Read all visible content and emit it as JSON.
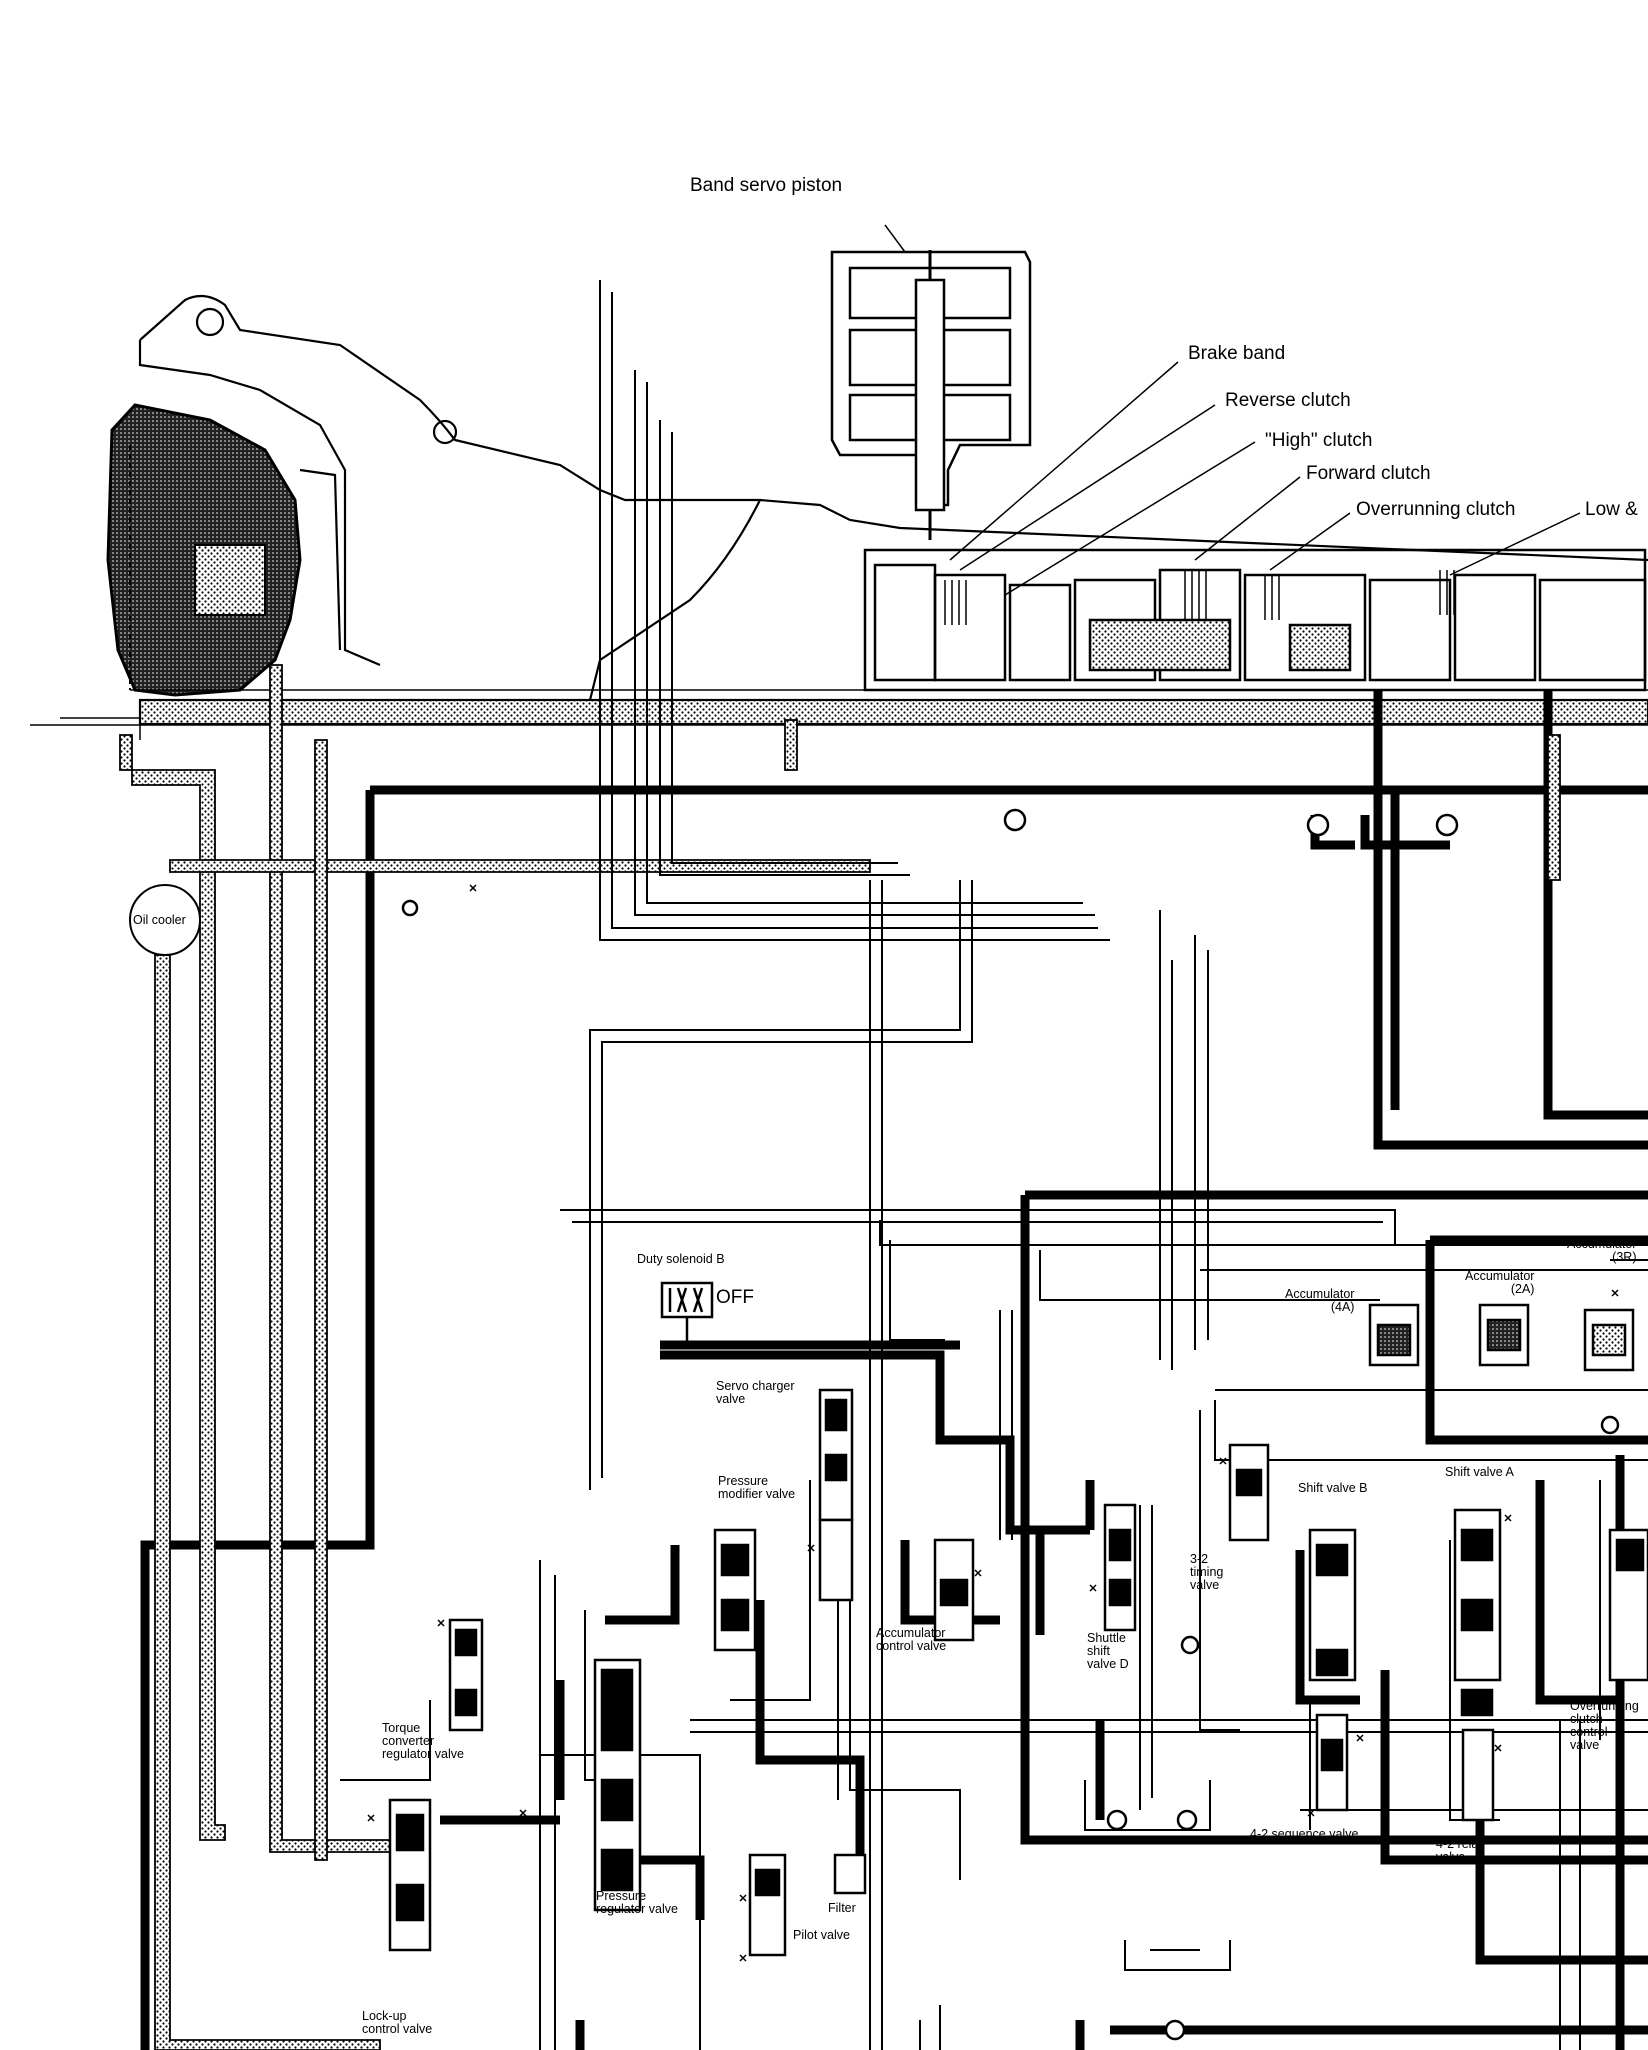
{
  "labels": {
    "band_servo_piston": "Band servo piston",
    "brake_band": "Brake band",
    "reverse_clutch": "Reverse clutch",
    "high_clutch": "\"High\" clutch",
    "forward_clutch": "Forward clutch",
    "overrunning_clutch": "Overrunning clutch",
    "low_and": "Low &",
    "oil_cooler": "Oil cooler",
    "duty_solenoid_b": "Duty solenoid B",
    "duty_solenoid_state": "OFF",
    "accumulator_4a": "Accumulator\n(4A)",
    "accumulator_2a": "Accumulator\n(2A)",
    "accumulator_3r": "Accumulator\n(3R)",
    "servo_charger_valve": "Servo charger\nvalve",
    "pressure_modifier_valve": "Pressure\nmodifier valve",
    "shift_valve_b": "Shift valve B",
    "shift_valve_a": "Shift valve A",
    "timing_valve_32": "3-2\ntiming\nvalve",
    "accumulator_control_valve": "Accumulator\ncontrol valve",
    "shuttle_shift_valve_d": "Shuttle\nshift\nvalve D",
    "torque_converter_regulator_valve": "Torque\nconverter\nregulator valve",
    "overrunning_clutch_control_valve": "Overrunning\nclutch\ncontrol\nvalve",
    "sequence_valve_42": "4-2 sequence valve",
    "relay_valve_42": "4-2 relay\nvalve",
    "pressure_regulator_valve": "Pressure\nregulator valve",
    "filter": "Filter",
    "pilot_valve": "Pilot valve",
    "lockup_control_valve": "Lock-up\ncontrol valve"
  }
}
